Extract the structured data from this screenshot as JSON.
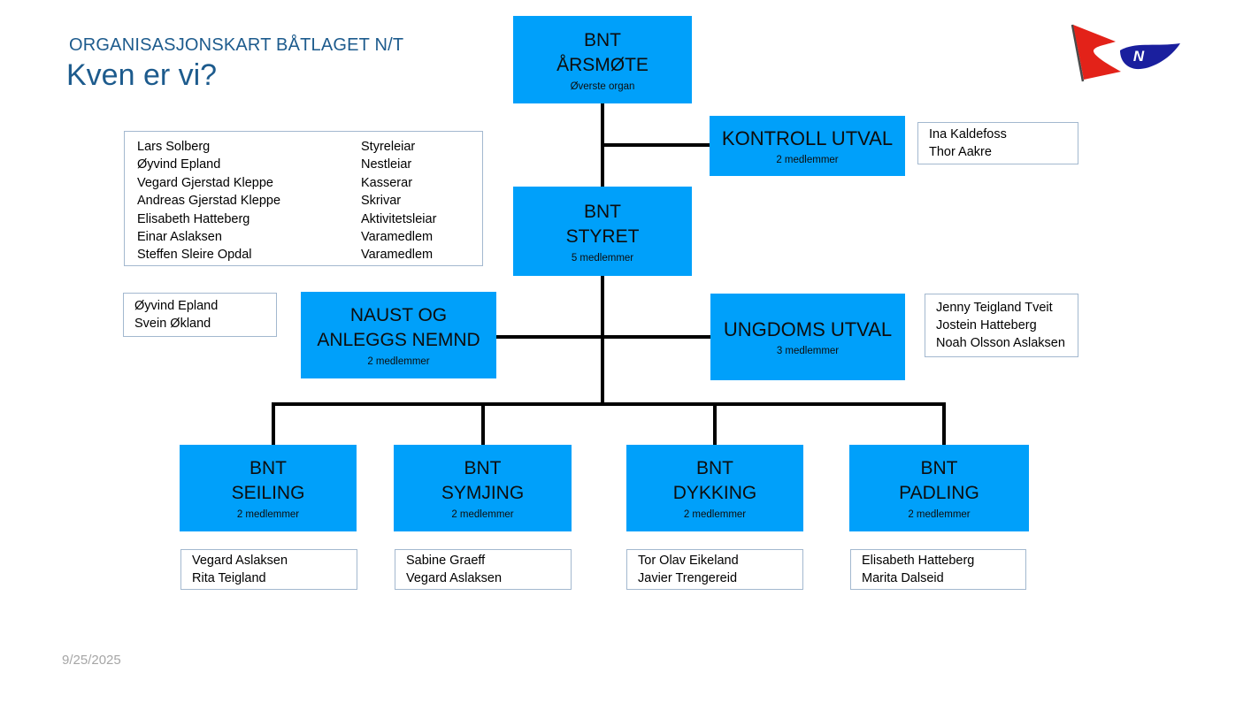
{
  "page": {
    "kicker": "ORGANISASJONSKART BÅTLAGET N/T",
    "title": "Kven er vi?",
    "date": "9/25/2025"
  },
  "colors": {
    "box_blue": "#00A0FA",
    "title_blue": "#1D5B8D",
    "connector_black": "#000000",
    "white_box_border": "#A3B8CF",
    "date_gray": "#A6A6A6",
    "logo_red": "#E32219",
    "logo_blue": "#1A1F9E"
  },
  "logo": {
    "letter": "N"
  },
  "org": {
    "arsmote": {
      "title_lines": [
        "BNT",
        "ÅRSMØTE"
      ],
      "subtitle": "Øverste organ"
    },
    "kontroll": {
      "title": "KONTROLL UTVAL",
      "subtitle": "2 medlemmer",
      "members": [
        "Ina Kaldefoss",
        "Thor Aakre"
      ]
    },
    "styret": {
      "title_lines": [
        "BNT",
        "STYRET"
      ],
      "subtitle": "5 medlemmer",
      "board": [
        {
          "name": "Lars Solberg",
          "role": "Styreleiar"
        },
        {
          "name": "Øyvind Epland",
          "role": "Nestleiar"
        },
        {
          "name": "Vegard Gjerstad Kleppe",
          "role": "Kasserar"
        },
        {
          "name": "Andreas Gjerstad Kleppe",
          "role": "Skrivar"
        },
        {
          "name": "Elisabeth Hatteberg",
          "role": "Aktivitetsleiar"
        },
        {
          "name": "Einar Aslaksen",
          "role": "Varamedlem"
        },
        {
          "name": "Steffen Sleire Opdal",
          "role": "Varamedlem"
        }
      ]
    },
    "naust": {
      "title_lines": [
        "NAUST OG",
        "ANLEGGS NEMND"
      ],
      "subtitle": "2 medlemmer",
      "members": [
        "Øyvind Epland",
        "Svein Økland"
      ]
    },
    "ungdoms": {
      "title": "UNGDOMS UTVAL",
      "subtitle": "3 medlemmer",
      "members": [
        "Jenny Teigland Tveit",
        "Jostein Hatteberg",
        "Noah Olsson Aslaksen"
      ]
    },
    "groups": [
      {
        "title_lines": [
          "BNT",
          "SEILING"
        ],
        "subtitle": "2 medlemmer",
        "members": [
          "Vegard Aslaksen",
          "Rita Teigland"
        ]
      },
      {
        "title_lines": [
          "BNT",
          "SYMJING"
        ],
        "subtitle": "2 medlemmer",
        "members": [
          "Sabine Graeff",
          "Vegard Aslaksen"
        ]
      },
      {
        "title_lines": [
          "BNT",
          "DYKKING"
        ],
        "subtitle": "2 medlemmer",
        "members": [
          "Tor Olav Eikeland",
          "Javier Trengereid"
        ]
      },
      {
        "title_lines": [
          "BNT",
          "PADLING"
        ],
        "subtitle": "2 medlemmer",
        "members": [
          "Elisabeth Hatteberg",
          "Marita Dalseid"
        ]
      }
    ]
  }
}
